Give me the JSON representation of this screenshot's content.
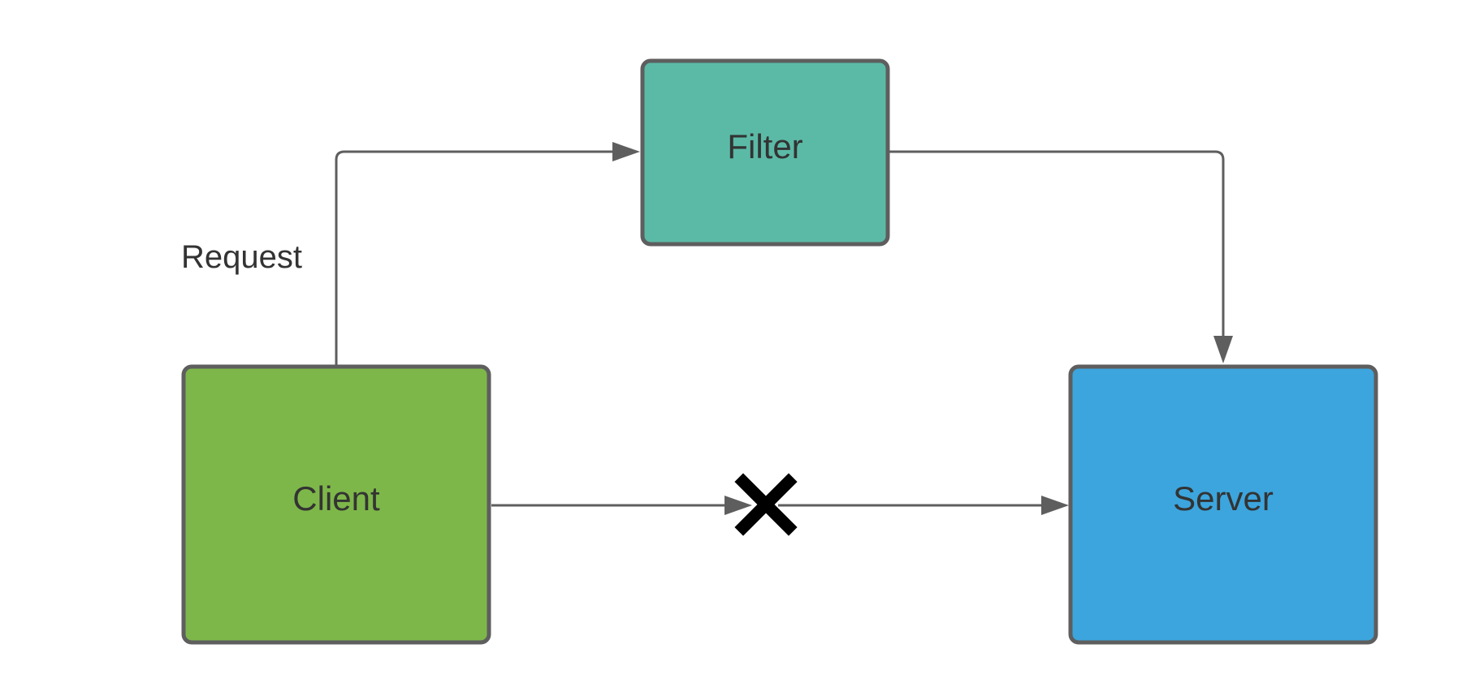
{
  "nodes": {
    "filter": {
      "label": "Filter",
      "color": "#5bbaa6"
    },
    "client": {
      "label": "Client",
      "color": "#7db749"
    },
    "server": {
      "label": "Server",
      "color": "#3ca5dd"
    }
  },
  "edges": {
    "request_label": "Request"
  },
  "icons": {
    "blocked": "cross-mark-icon"
  },
  "colors": {
    "stroke": "#5e5e5e",
    "text": "#333333",
    "cross": "#000000"
  }
}
